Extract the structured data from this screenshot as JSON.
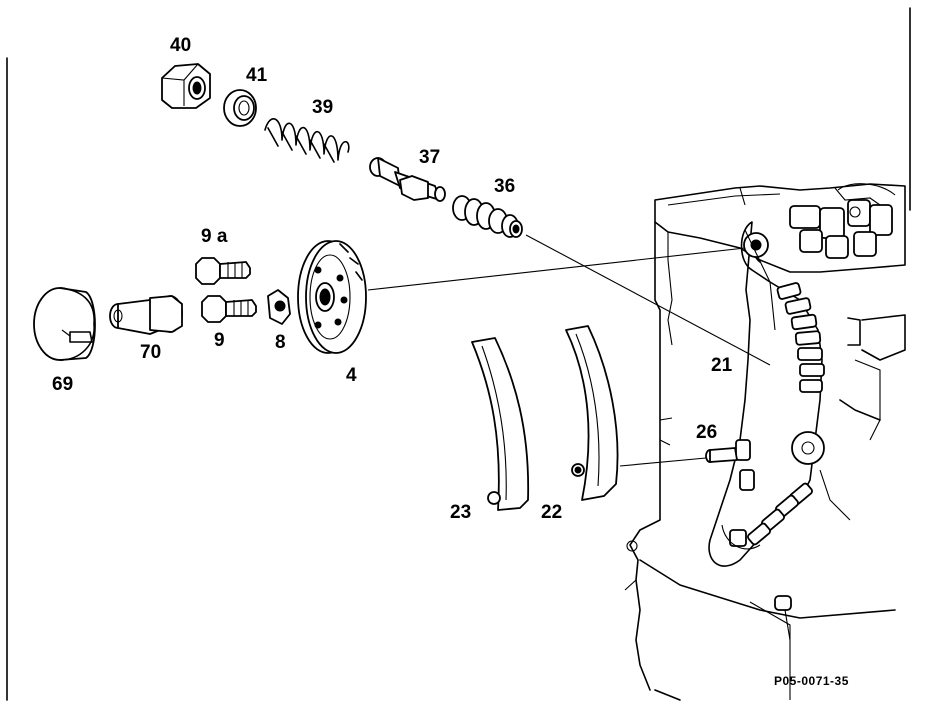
{
  "labels": {
    "p40": "40",
    "p41": "41",
    "p39": "39",
    "p37": "37",
    "p36": "36",
    "p9a": "9 a",
    "p9": "9",
    "p8": "8",
    "p4": "4",
    "p70": "70",
    "p69": "69",
    "p21": "21",
    "p26": "26",
    "p23": "23",
    "p22": "22"
  },
  "reference_code": "P05-0071-35"
}
